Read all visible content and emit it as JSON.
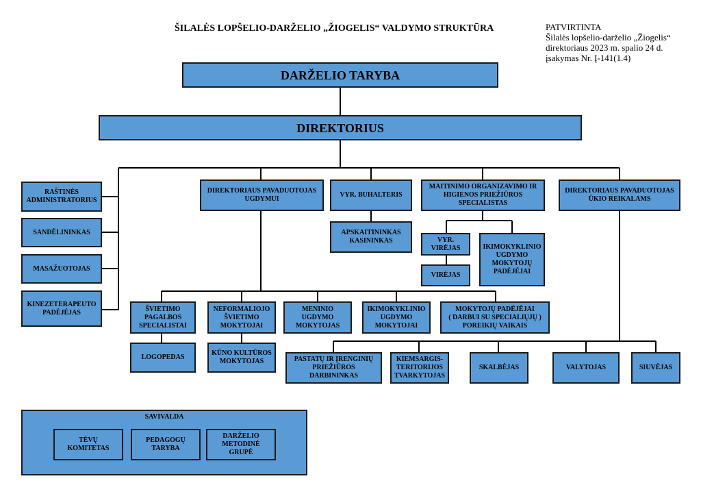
{
  "header": {
    "title": "ŠILALĖS LOPŠELIO-DARŽELIO „ŽIOGELIS“ VALDYMO STRUKTŪRA",
    "approval": [
      "PATVIRTINTA",
      "Šilalės lopšelio-darželio „Žiogelis“",
      "direktoriaus 2023 m. spalio 24 d.",
      "įsakymas Nr. Į-141(1.4)"
    ]
  },
  "nodes": {
    "taryba": "DARŽELIO TARYBA",
    "direktorius": "DIREKTORIUS",
    "rastines_admin": "RAŠTINĖS\nADMINISTRATORIUS",
    "sandelininkas": "SANDĖLININKAS",
    "masazuotojas": "MASAŽUOTOJAS",
    "kinezeterapeuto": "KINEZETERAPEUTO\nPADĖJĖJAS",
    "pav_ugdymui": "DIREKTORIAUS PAVADUOTOJAS\nUGDYMUI",
    "vyr_buhalteris": "VYR. BUHALTERIS",
    "apskaitininkas": "APSKAITININKAS\nKASININKAS",
    "maitinimo": "MAITINIMO ORGANIZAVIMO IR\nHIGIENOS PRIEŽIŪROS\nSPECIALISTAS",
    "vyr_virejas": "VYR.\nVIRĖJAS",
    "virejas": "VIRĖJAS",
    "ikimokyklinio_padejejai": "IKIMOKYKLINIO\nUGDYMO\nMOKYTOJŲ\nPADĖJĖJAI",
    "pav_ukio": "DIREKTORIAUS PAVADUOTOJAS\nŪKIO REIKALAMS",
    "svietimo_pagalbos": "ŠVIETIMO\nPAGALBOS\nSPECIALISTAI",
    "logopedas": "LOGOPEDAS",
    "neformaliojo": "NEFORMALIOJO\nŠVIETIMO\nMOKYTOJAI",
    "kuno_kulturos": "KŪNO KULTŪROS\nMOKYTOJAS",
    "meninio": "MENINIO\nUGDYMO\nMOKYTOJAS",
    "ikimokyklinio_mokytojai": "IKIMOKYKLINIO\nUGDYMO\nMOKYTOJAI",
    "mokytoju_padejejai": "MOKYTOJŲ PADĖJĖJAI\n( DARBUI SU SPECIALIŲJŲ )\nPOREIKIŲ VAIKAIS",
    "pastatu": "PASTATŲ IR ĮRENGINIŲ\nPRIEŽIŪROS\nDARBININKAS",
    "kiemsargis": "KIEMSARGIS-\nTERITORIJOS\nTVARKYTOJAS",
    "skalbejas": "SKALBĖJAS",
    "valytojas": "VALYTOJAS",
    "siuvejas": "SIUVĖJAS"
  },
  "savivalda": {
    "title": "SAVIVALDA",
    "items": [
      "TĖVŲ\nKOMITETAS",
      "PEDAGOGŲ\nTARYBA",
      "DARŽELIO\nMETODINĖ\nGRUPĖ"
    ]
  },
  "colors": {
    "box_fill": "#5b9bd5",
    "border": "#1a1a1a",
    "connector": "#000000"
  }
}
